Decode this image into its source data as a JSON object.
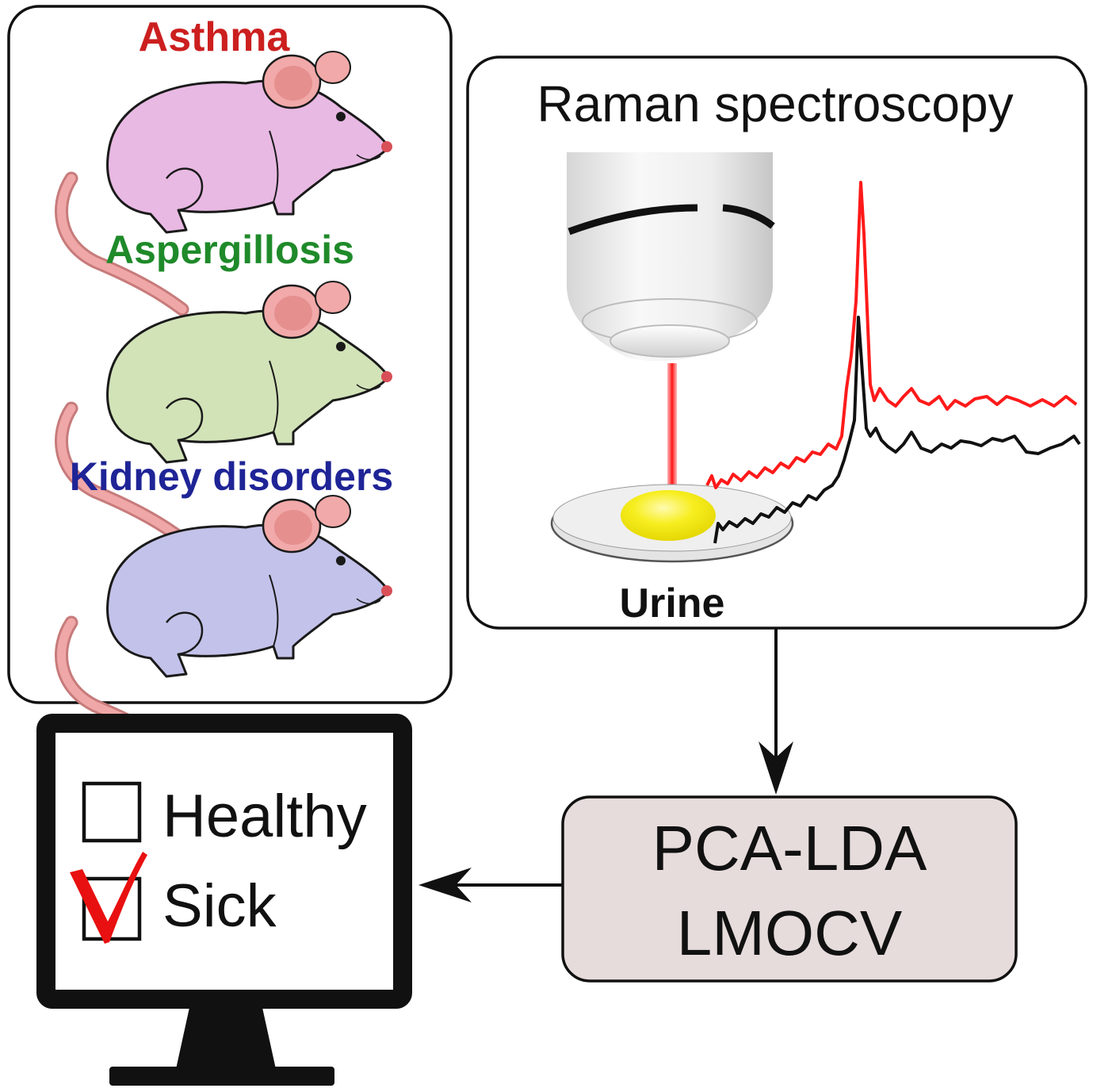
{
  "diseases": [
    {
      "label": "Asthma",
      "color": "#cc1f1f",
      "body_color": "#e8b9e3"
    },
    {
      "label": "Aspergillosis",
      "color": "#1f8a2a",
      "body_color": "#d2e3b8"
    },
    {
      "label": "Kidney disorders",
      "color": "#1f2496",
      "body_color": "#c3c2ea"
    }
  ],
  "raman": {
    "title": "Raman spectroscopy",
    "sample_label": "Urine",
    "laser_color": "#ff2020",
    "sample_color": "#f4ea10",
    "spectrum_colors": [
      "#ff1a1a",
      "#111111"
    ]
  },
  "analysis": {
    "line1": "PCA-LDA",
    "line2": "LMOCV",
    "fill": "#e6dcdb"
  },
  "result": {
    "option1": "Healthy",
    "option2": "Sick",
    "check_color": "#e81010"
  }
}
